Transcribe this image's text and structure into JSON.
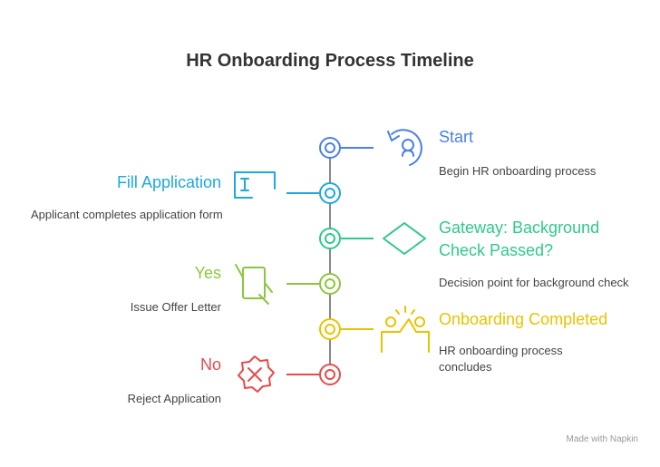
{
  "title": "HR Onboarding Process Timeline",
  "steps": [
    {
      "heading": "Start",
      "description": "Begin HR onboarding process",
      "color": "#4a80e8",
      "side": "right",
      "icon": "restart-icon"
    },
    {
      "heading": "Fill Application",
      "description": "Applicant completes application form",
      "color": "#1fa8dc",
      "side": "left",
      "icon": "text-field-icon"
    },
    {
      "heading": "Gateway: Background Check Passed?",
      "description": "Decision point for background check",
      "color": "#2ec98a",
      "side": "right",
      "icon": "diamond-icon"
    },
    {
      "heading": "Yes",
      "description": "Issue Offer Letter",
      "color": "#8cc63f",
      "side": "left",
      "icon": "hand-document-icon"
    },
    {
      "heading": "Onboarding Completed",
      "description": "HR onboarding process concludes",
      "color": "#e8c300",
      "side": "right",
      "icon": "celebration-icon"
    },
    {
      "heading": "No",
      "description": "Reject Application",
      "color": "#e84a4a",
      "side": "left",
      "icon": "reject-badge-icon"
    }
  ],
  "footer": "Made with Napkin"
}
